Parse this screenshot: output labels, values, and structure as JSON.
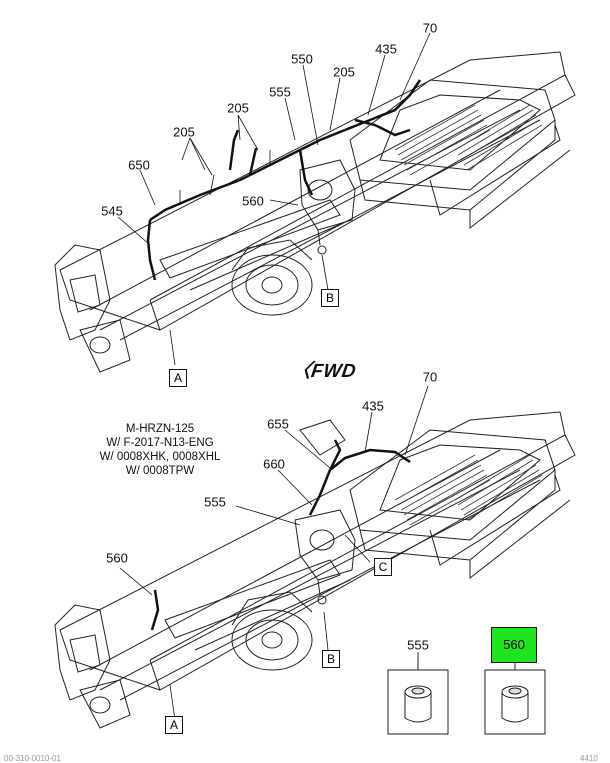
{
  "diagram": {
    "upper_view": {
      "callouts": [
        "70",
        "435",
        "550",
        "205",
        "555",
        "205",
        "205",
        "650",
        "545",
        "560"
      ],
      "section_labels": [
        "A",
        "B"
      ]
    },
    "direction_label": "FWD",
    "notes": [
      "M-HRZN-125",
      "W/ F-2017-N13-ENG",
      "W/ 0008XHK, 0008XHL",
      "W/ 0008TPW"
    ],
    "lower_view": {
      "callouts": [
        "70",
        "435",
        "655",
        "660",
        "555",
        "560"
      ],
      "section_labels": [
        "C",
        "B",
        "A"
      ]
    },
    "parts": [
      {
        "number": "555",
        "highlighted": false
      },
      {
        "number": "560",
        "highlighted": true
      }
    ],
    "highlight_color": "#1ee61e",
    "footer": {
      "left": "00-310-0010-01",
      "right": "4410"
    }
  }
}
